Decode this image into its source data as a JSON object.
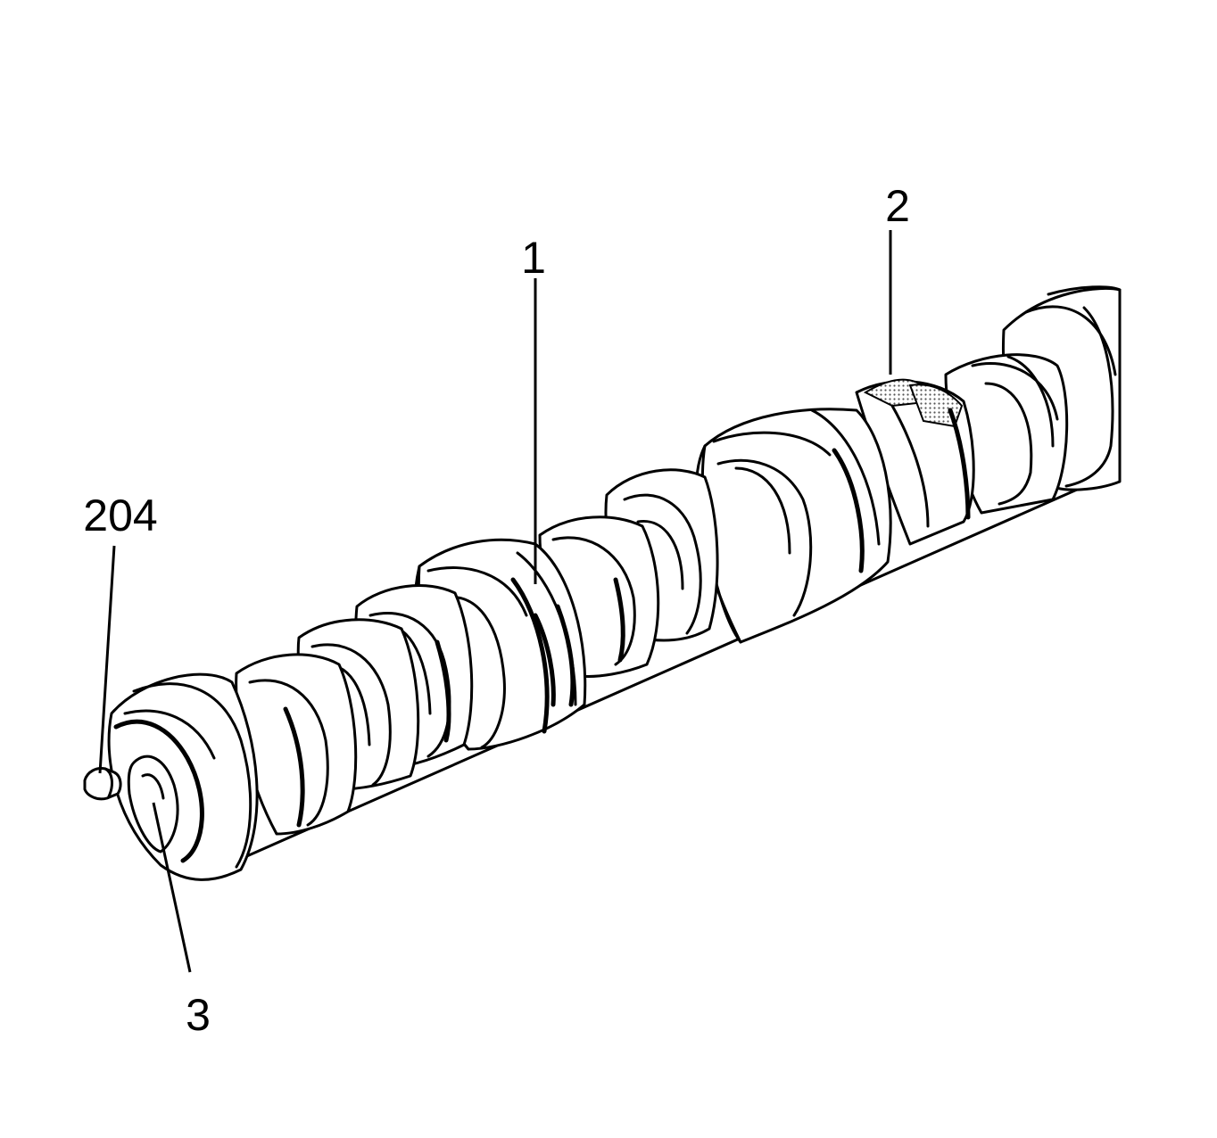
{
  "callouts": {
    "c1": "1",
    "c2": "2",
    "c3": "3",
    "c204": "204"
  },
  "colors": {
    "line": "#000000",
    "background": "#ffffff",
    "shading": "#bdbdbd"
  }
}
